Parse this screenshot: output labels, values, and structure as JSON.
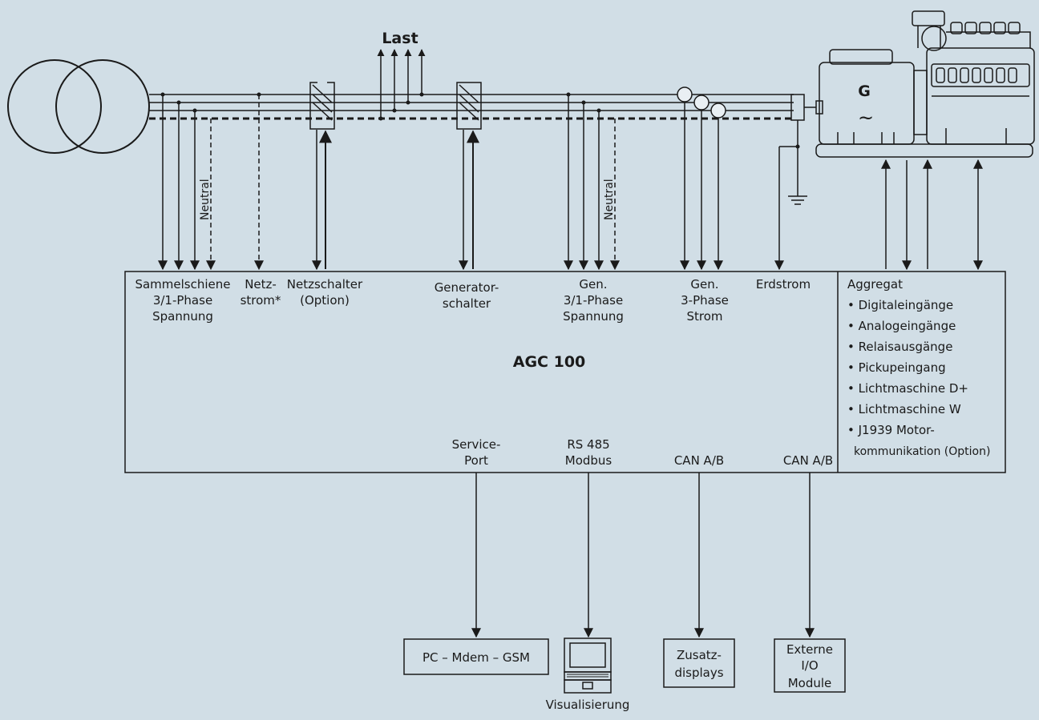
{
  "title": "AGC 100",
  "load": "Last",
  "generator": {
    "letter": "G",
    "symbol": "~"
  },
  "neutral": "Neutral",
  "inputs": {
    "busbar": [
      "Sammelschiene",
      "3/1-Phase",
      "Spannung"
    ],
    "mains_current": [
      "Netz-",
      "strom*"
    ],
    "mains_breaker": [
      "Netzschalter",
      "(Option)"
    ],
    "gen_breaker": [
      "Generator-",
      "schalter"
    ],
    "gen_voltage": [
      "Gen.",
      "3/1-Phase",
      "Spannung"
    ],
    "gen_current": [
      "Gen.",
      "3-Phase",
      "Strom"
    ],
    "earth_current": "Erdstrom"
  },
  "aggregat": {
    "title": "Aggregat",
    "items": [
      "• Digitaleingänge",
      "• Analogeingänge",
      "• Relaisausgänge",
      "• Pickupeingang",
      "• Lichtmaschine D+",
      "• Lichtmaschine W",
      "• J1939 Motor-",
      "kommunikation (Option)"
    ]
  },
  "ports": {
    "service": [
      "Service-",
      "Port"
    ],
    "rs485": [
      "RS 485",
      "Modbus"
    ],
    "can1": "CAN A/B",
    "can2": "CAN A/B"
  },
  "devices": {
    "pc": "PC – Mdem – GSM",
    "visualisation": "Visualisierung",
    "displays": [
      "Zusatz-",
      "displays"
    ],
    "io": [
      "Externe",
      "I/O",
      "Module"
    ]
  }
}
